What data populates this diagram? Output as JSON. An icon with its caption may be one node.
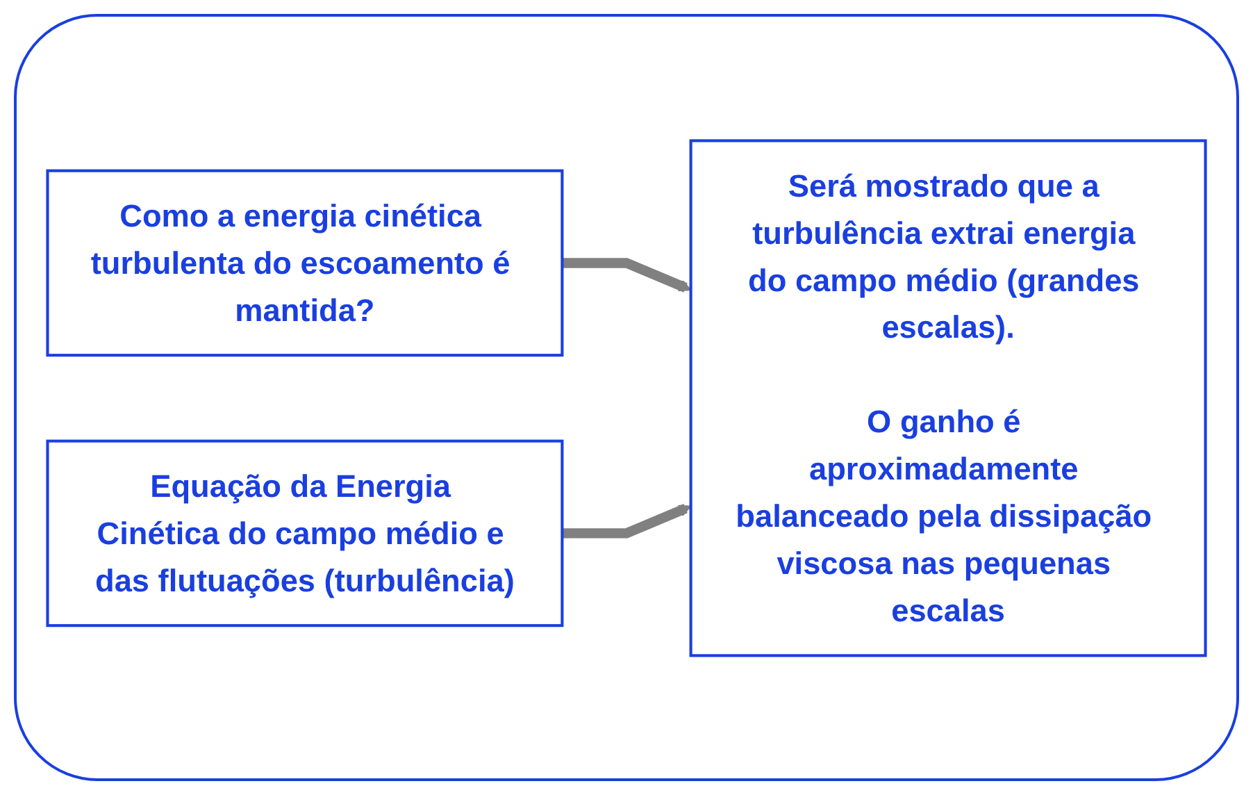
{
  "diagram": {
    "nodes": [
      {
        "text": [
          "Como a energia cinética turbulenta do escoamento é mantida?"
        ]
      },
      {
        "text": [
          "Equação da Energia Cinética do campo médio e das flutuações (turbulência)"
        ]
      },
      {
        "text": [
          "Será mostrado que a turbulência extrai energia do campo médio (grandes escalas).",
          "O ganho é aproximadamente balanceado pela dissipação viscosa nas pequenas escalas"
        ]
      }
    ],
    "edges": [
      {
        "from": 0,
        "to": 2,
        "arrow": "to"
      },
      {
        "from": 1,
        "to": 2,
        "arrow": "to"
      }
    ]
  }
}
